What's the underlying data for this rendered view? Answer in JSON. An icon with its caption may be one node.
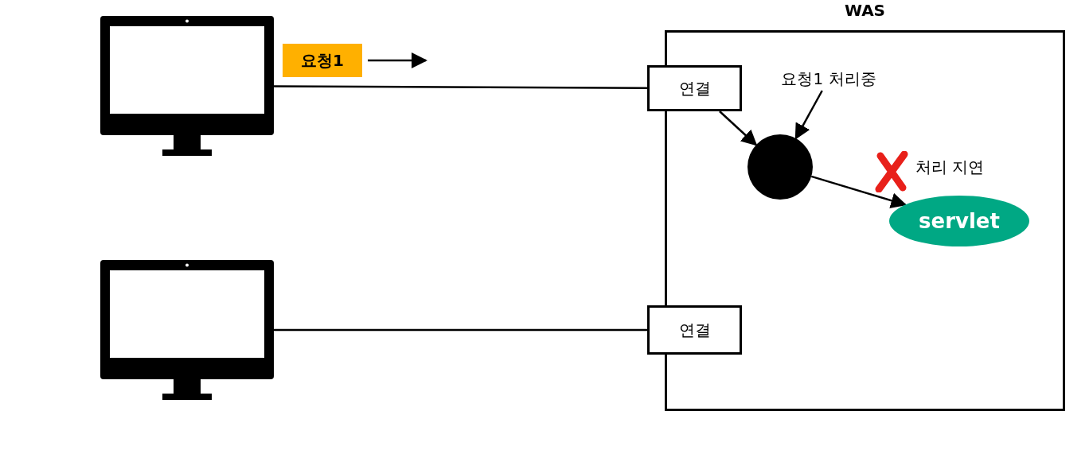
{
  "diagram": {
    "nodes": [
      {
        "text": [],
        "shape": "monitor"
      },
      {
        "text": [],
        "shape": "monitor"
      },
      {
        "text": [
          "WAS"
        ]
      },
      {
        "text": [
          "연결"
        ]
      },
      {
        "text": [
          "연결"
        ]
      },
      {
        "text": [],
        "shape": "circle",
        "in": 2
      },
      {
        "text": [
          "servlet"
        ],
        "in": 2
      },
      {
        "text": [
          "요청1 처리중"
        ],
        "in": 2
      },
      {
        "text": [
          "요청1"
        ]
      }
    ],
    "edges": [
      {
        "from": 0,
        "to": 3,
        "arrow": "none"
      },
      {
        "from": 1,
        "to": 4,
        "arrow": "none"
      },
      {
        "from": 3,
        "to": 5,
        "arrow": "to"
      },
      {
        "from": 7,
        "to": 5,
        "arrow": "to"
      },
      {
        "from": 5,
        "to": 6,
        "arrow": "to"
      },
      {
        "from": 8,
        "to": null,
        "arrow": "to"
      }
    ],
    "labels": [
      "처리 지연"
    ]
  }
}
